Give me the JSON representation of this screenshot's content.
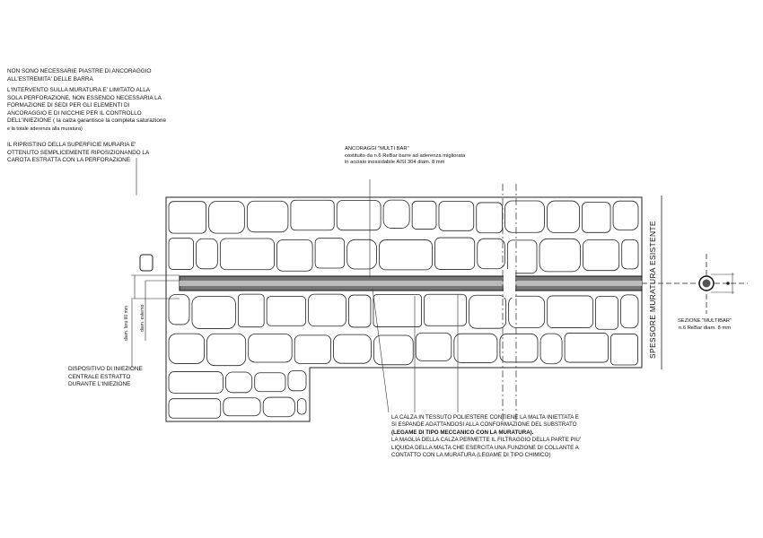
{
  "notes": {
    "n1": [
      "NON SONO NECESSARIE PIASTRE DI ANCORAGGIO",
      "ALL'ESTREMITA' DELLE BARRA"
    ],
    "n2": [
      "L'INTERVENTO SULLA MURATURA E' LIMITATO ALLA",
      "SOLA PERFORAZIONE, NON ESSENDO NECESSARIA LA",
      "FORMAZIONE DI SEDI PER GLI ELEMENTI DI",
      "ANCORAGGIO E DI NICCHIE PER IL CONTROLLO",
      "DELL'INIEZIONE ( la calza garantisce la completa saturazione",
      "e la totale aderenza alla muratura)"
    ],
    "n3": [
      "IL RIPRISTINO DELLA SUPERFICIE MURARIA E'",
      "OTTENUTO SEMPLICEMENTE RIPOSIZIONANDO LA",
      "CAROTA ESTRATTA CON LA PERFORAZIONE"
    ]
  },
  "anchor": [
    "ANCORAGGI \"MULTI BAR\"",
    "costituito da n.6 ReBar barre ad aderenza migliorata",
    "in acciaio inossidabile AISI 304 diam. 8 mm"
  ],
  "device": [
    "DISPOSITIVO DI INIEZIONE",
    "CENTRALE ESTRATTO",
    "DURANTE L'INIEZIONE"
  ],
  "dims": {
    "hole": "diam. foro 60 mm",
    "bar": "diam. esterno"
  },
  "wall_label": "SPESSORE MURATURA ESISTENTE",
  "section": [
    "SEZIONE \"MULTIBAR\"",
    "n.6 ReBar diam. 8 mm"
  ],
  "sock": [
    "LA CALZA IN TESSUTO POLIESTERE CONTIENE LA MALTA INIETTATA E",
    "SI ESPANDE ADATTANDOSI ALLA CONFORMAZIONE DEL SUBSTRATO",
    "(LEGAME DI TIPO MECCANICO CON LA MURATURA).",
    "LA MAGLIA DELLA CALZA PERMETTE IL FILTRAGGIO DELLA PARTE PIU'",
    "LIQUIDA DELLA MALTA CHE ESERCITA UNA FUNZIONE DI COLLANTE A",
    "CONTATTO CON LA MURATURA (LEGAME DI TIPO CHIMICO)"
  ]
}
